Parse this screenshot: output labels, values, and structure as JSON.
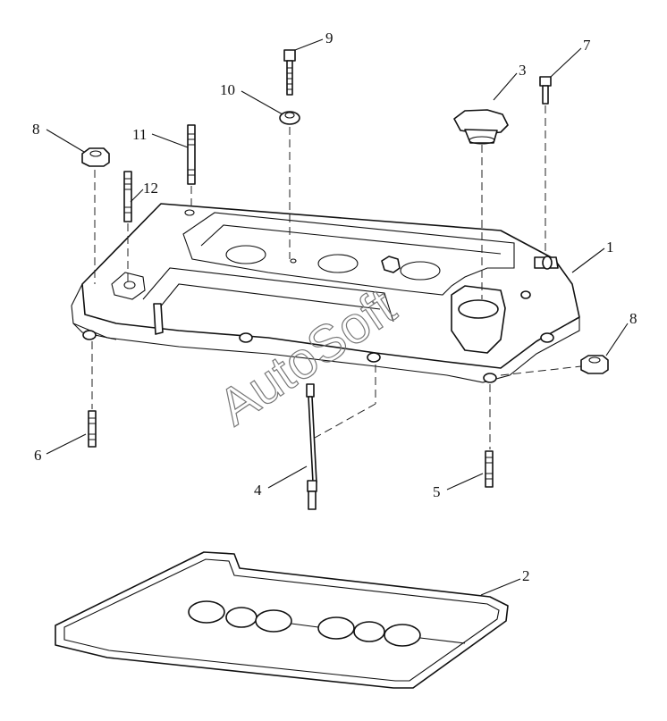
{
  "labels": {
    "p1": "1",
    "p2": "2",
    "p3": "3",
    "p4": "4",
    "p5": "5",
    "p6": "6",
    "p7": "7",
    "p8a": "8",
    "p8b": "8",
    "p9": "9",
    "p10": "10",
    "p11": "11",
    "p12": "12"
  },
  "watermark": "AutoSoft"
}
